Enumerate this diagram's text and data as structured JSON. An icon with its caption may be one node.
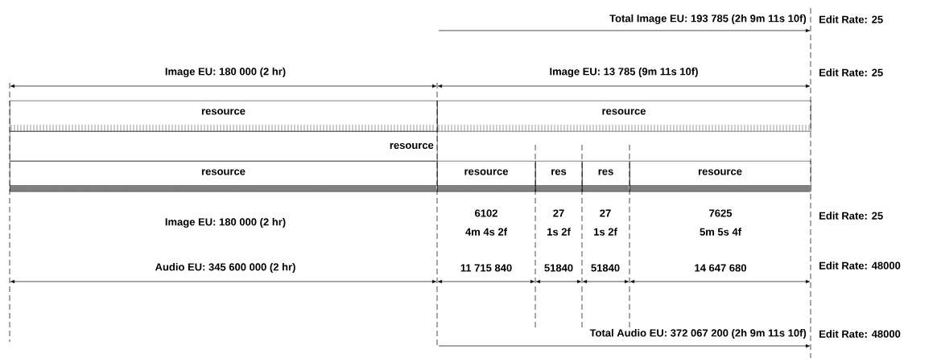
{
  "diagram": {
    "nodes": [
      {
        "text": [
          "resource"
        ]
      },
      {
        "text": [
          "resource"
        ]
      },
      {
        "text": [
          "resource"
        ]
      },
      {
        "text": [
          "resource"
        ]
      },
      {
        "text": [
          "resource"
        ]
      },
      {
        "text": [
          "res"
        ]
      },
      {
        "text": [
          "res"
        ]
      },
      {
        "text": [
          "resource"
        ]
      }
    ],
    "labels": [
      "Total Image EU: 193 785 (2h 9m 11s 10f)",
      "Edit Rate: 25",
      "Image EU: 180 000 (2 hr)",
      "Image EU: 13 785 (9m 11s 10f)",
      "Edit Rate: 25",
      "Image EU: 180 000 (2 hr)",
      "6102",
      "27",
      "27",
      "7625",
      "Edit Rate: 25",
      "4m 4s 2f",
      "1s 2f",
      "1s 2f",
      "5m 5s 4f",
      "Audio EU: 345 600 000 (2 hr)",
      "11 715 840",
      "51840",
      "51840",
      "14 647 680",
      "Edit Rate: 48000",
      "Total Audio EU: 372 067 200 (2h 9m 11s 10f)",
      "Edit Rate: 48000"
    ]
  }
}
